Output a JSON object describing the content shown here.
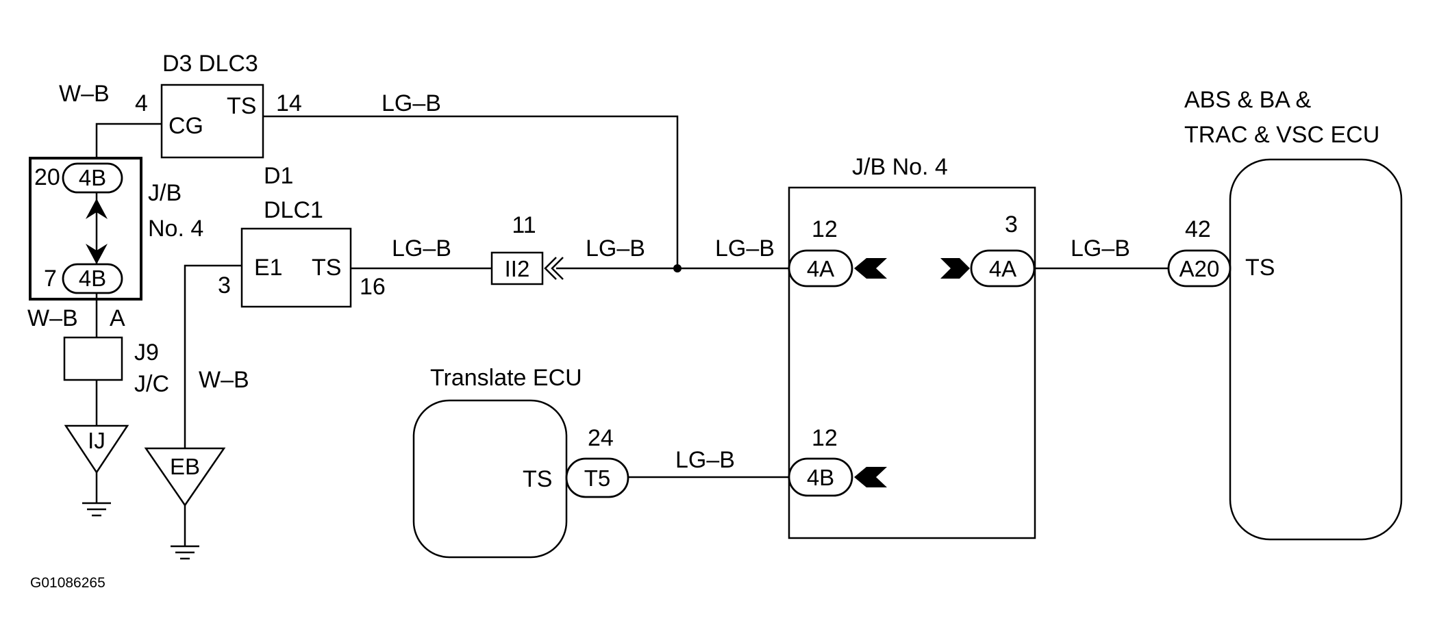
{
  "diagram_id": "G01086265",
  "components": {
    "dlc3": {
      "title": "D3 DLC3",
      "pin_cg": "CG",
      "pin_ts": "TS",
      "pin_num_left": "4",
      "pin_num_right": "14"
    },
    "dlc1": {
      "title_line1": "D1",
      "title_line2": "DLC1",
      "pin_e1": "E1",
      "pin_ts": "TS",
      "pin_num_left": "3",
      "pin_num_right": "16"
    },
    "jb_left": {
      "label_line1": "J/B",
      "label_line2": "No. 4",
      "top_conn": "4B",
      "top_pin": "20",
      "bottom_conn": "4B",
      "bottom_pin": "7"
    },
    "jc": {
      "label_line1": "J9",
      "label_line2": "J/C",
      "pin": "A"
    },
    "ground_ij": "IJ",
    "ground_eb": "EB",
    "connector_ii2": {
      "label": "II2",
      "pin": "11"
    },
    "jb_right": {
      "title": "J/B No. 4",
      "conn_left_top": "4A",
      "pin_left_top": "12",
      "conn_right_top": "4A",
      "pin_right_top": "3",
      "conn_bottom": "4B",
      "pin_bottom": "12"
    },
    "abs_ecu": {
      "title_line1": "ABS & BA &",
      "title_line2": "TRAC & VSC ECU",
      "conn": "A20",
      "pin": "42",
      "terminal": "TS"
    },
    "translate_ecu": {
      "title": "Translate ECU",
      "terminal": "TS",
      "conn": "T5",
      "pin": "24"
    }
  },
  "wires": {
    "wb_top": "W–B",
    "wb_mid": "W–B",
    "wb_eb": "W–B",
    "lgb_dlc3": "LG–B",
    "lgb_dlc1": "LG–B",
    "lgb_ii2": "LG–B",
    "lgb_jb_in": "LG–B",
    "lgb_abs": "LG–B",
    "lgb_translate": "LG–B"
  }
}
